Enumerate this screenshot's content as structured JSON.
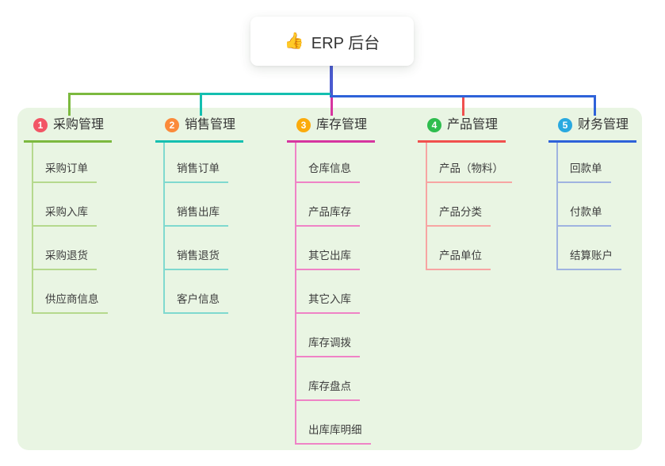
{
  "root": {
    "icon": "👍",
    "icon_name": "thumbs-up-icon",
    "label": "ERP 后台"
  },
  "connector": {
    "stem_color": "#4a5ad0"
  },
  "panel_background": "#e9f5e3",
  "branches": [
    {
      "index": "1",
      "label": "采购管理",
      "badge_color": "#f25565",
      "line_color": "#7cb93f",
      "child_line_color": "#b5d98d",
      "children": [
        "采购订单",
        "采购入库",
        "采购退货",
        "供应商信息"
      ]
    },
    {
      "index": "2",
      "label": "销售管理",
      "badge_color": "#fb8a3a",
      "line_color": "#14bfb0",
      "child_line_color": "#7fd9cf",
      "children": [
        "销售订单",
        "销售出库",
        "销售退货",
        "客户信息"
      ]
    },
    {
      "index": "3",
      "label": "库存管理",
      "badge_color": "#fbab0c",
      "line_color": "#d6359f",
      "child_line_color": "#ef83c6",
      "children": [
        "仓库信息",
        "产品库存",
        "其它出库",
        "其它入库",
        "库存调拨",
        "库存盘点",
        "出库库明细"
      ]
    },
    {
      "index": "4",
      "label": "产品管理",
      "badge_color": "#2ebd4e",
      "line_color": "#f0504e",
      "child_line_color": "#f7a5a3",
      "children": [
        "产品（物料）",
        "产品分类",
        "产品单位"
      ]
    },
    {
      "index": "5",
      "label": "财务管理",
      "badge_color": "#29a9e0",
      "line_color": "#2e62d9",
      "child_line_color": "#9fb3e0",
      "children": [
        "回款单",
        "付款单",
        "结算账户"
      ]
    }
  ]
}
